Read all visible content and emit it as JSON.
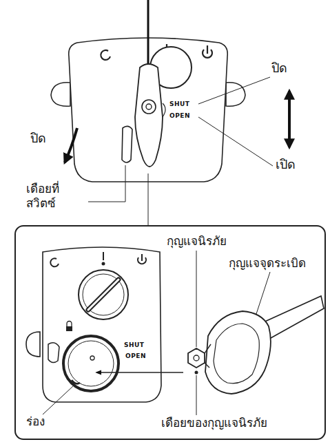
{
  "diagram": {
    "labels": [
      "ปิด",
      "เปิด",
      "ปิด",
      "เดือยที่สวิตซ์",
      "กุญแจนิรภัย",
      "กุญแจจุดระเบิด",
      "ร่อง",
      "เดือยของกุญแจนิรภัย",
      "SHUT",
      "OPEN",
      "SHUT",
      "OPEN"
    ]
  }
}
